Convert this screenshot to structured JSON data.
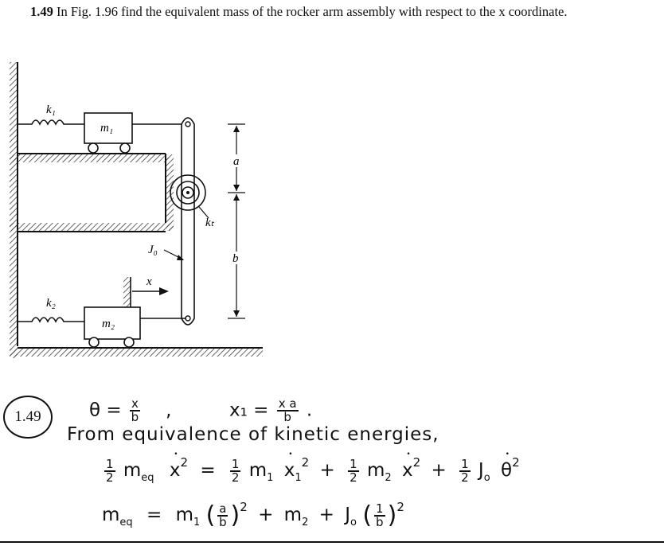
{
  "problem": {
    "number": "1.49",
    "text": "In Fig. 1.96 find the equivalent mass of the rocker arm assembly with respect to the x coordinate."
  },
  "figure": {
    "k1": "k₁",
    "m1": "m₁",
    "a": "a",
    "kt": "kₜ",
    "J0": "J₀",
    "b": "b",
    "x": "x",
    "k2": "k₂",
    "m2": "m₂"
  },
  "solution": {
    "label": "1.49",
    "line1_theta": "θ =",
    "line1_sep": ",",
    "line1_x1": "x₁ =",
    "frac_x": "x",
    "frac_b": "b",
    "frac_xa": "x a",
    "line2": "From equivalence of kinetic energies,",
    "half_num": "1",
    "half_den": "2",
    "meq": "m",
    "eq_sub": "eq",
    "xdot": "x",
    "sq": "2",
    "m1": "m",
    "sub1": "1",
    "m2": "m",
    "sub2": "2",
    "J": "J",
    "subo": "o",
    "theta": "θ",
    "plus": "+",
    "equals": "=",
    "frac_a": "a",
    "frac_1": "1",
    "lparen": "(",
    "rparen": ")"
  }
}
